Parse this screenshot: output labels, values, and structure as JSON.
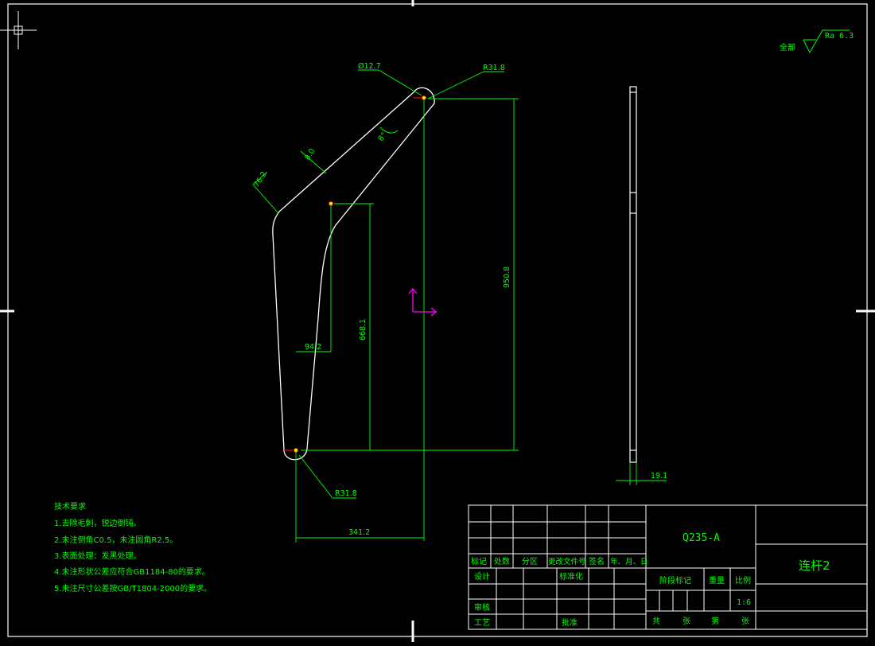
{
  "colors": {
    "background": "#000000",
    "outline": "#ffffff",
    "dimension": "#00ff00",
    "text": "#00ff00",
    "title_text": "#00ff00",
    "ucs_icon": "#ff00ff",
    "center_mark": "#ff0000",
    "point_mark": "#ffff00"
  },
  "roughness": {
    "prefix": "全部",
    "value": "Ra 6.3"
  },
  "dimensions": {
    "hole_top_dia": "Ø12.7",
    "radius_top": "R31.8",
    "width_middle": "8.0",
    "end_width": "76.2",
    "angle": "8°",
    "height_total": "950.8",
    "height_inner": "668.1",
    "offset_bottom": "94.2",
    "radius_bottom": "R31.8",
    "width_total": "341.2",
    "thickness": "19.1"
  },
  "tech_requirements": {
    "title": "技术要求",
    "items": [
      "1.去除毛刺，锐边倒钝。",
      "2.未注倒角C0.5，未注圆角R2.5。",
      "3.表面处理：发黑处理。",
      "4.未注形状公差应符合GB1184-80的要求。",
      "5.未注尺寸公差按GB/T1804-2000的要求。"
    ]
  },
  "title_block": {
    "material": "Q235-A",
    "part_name": "连杆2",
    "row_headers": [
      "标记",
      "处数",
      "分区",
      "更改文件号",
      "签名",
      "年、月、日"
    ],
    "design": "设计",
    "standardize": "标准化",
    "check": "审核",
    "process": "工艺",
    "approve": "批准",
    "stage_mark": "阶段标记",
    "weight": "重量",
    "scale": "比例",
    "scale_value": "1:6",
    "sheets_total": "共",
    "sheets_unit1": "张",
    "sheets_page": "第",
    "sheets_unit2": "张"
  }
}
